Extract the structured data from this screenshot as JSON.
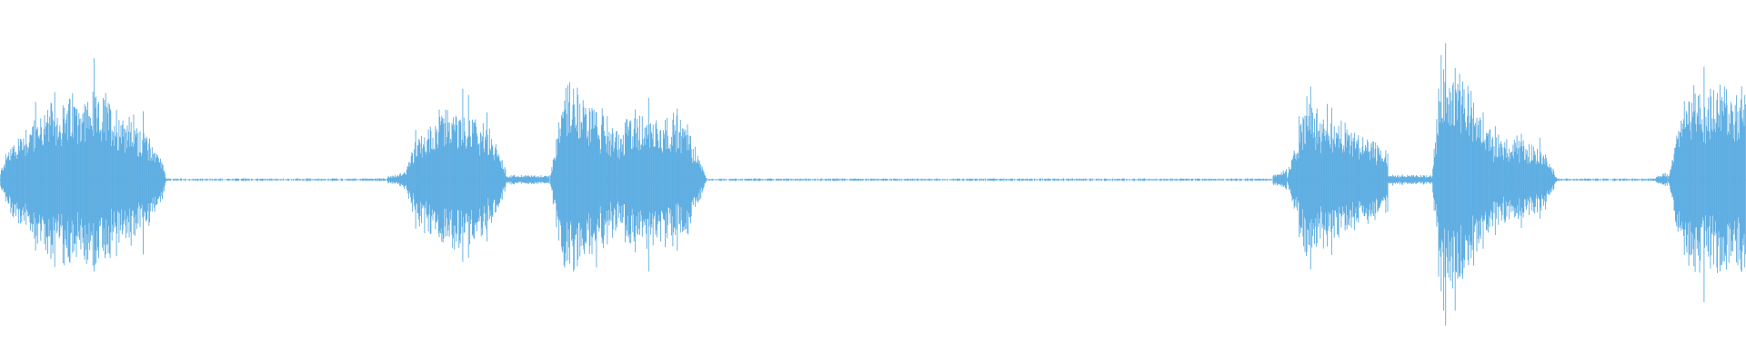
{
  "waveform": {
    "color": "#5dade2",
    "background": "#ffffff",
    "segments": [
      {
        "start": 0.0,
        "end": 0.095,
        "amplitude": 0.56,
        "shape": "dome"
      },
      {
        "start": 0.222,
        "end": 0.232,
        "amplitude": 0.05,
        "shape": "onset"
      },
      {
        "start": 0.232,
        "end": 0.29,
        "amplitude": 0.46,
        "shape": "dome"
      },
      {
        "start": 0.29,
        "end": 0.315,
        "amplitude": 0.03,
        "shape": "flat"
      },
      {
        "start": 0.315,
        "end": 0.358,
        "amplitude": 0.7,
        "shape": "spike-left"
      },
      {
        "start": 0.358,
        "end": 0.405,
        "amplitude": 0.45,
        "shape": "decay"
      },
      {
        "start": 0.729,
        "end": 0.737,
        "amplitude": 0.08,
        "shape": "onset"
      },
      {
        "start": 0.737,
        "end": 0.795,
        "amplitude": 0.52,
        "shape": "spike-left"
      },
      {
        "start": 0.795,
        "end": 0.82,
        "amplitude": 0.03,
        "shape": "flat"
      },
      {
        "start": 0.82,
        "end": 0.855,
        "amplitude": 0.88,
        "shape": "spike-left"
      },
      {
        "start": 0.855,
        "end": 0.892,
        "amplitude": 0.28,
        "shape": "decay"
      },
      {
        "start": 0.948,
        "end": 0.955,
        "amplitude": 0.05,
        "shape": "onset"
      },
      {
        "start": 0.955,
        "end": 1.0,
        "amplitude": 0.62,
        "shape": "rise"
      }
    ],
    "noise_floor": 0.006
  }
}
